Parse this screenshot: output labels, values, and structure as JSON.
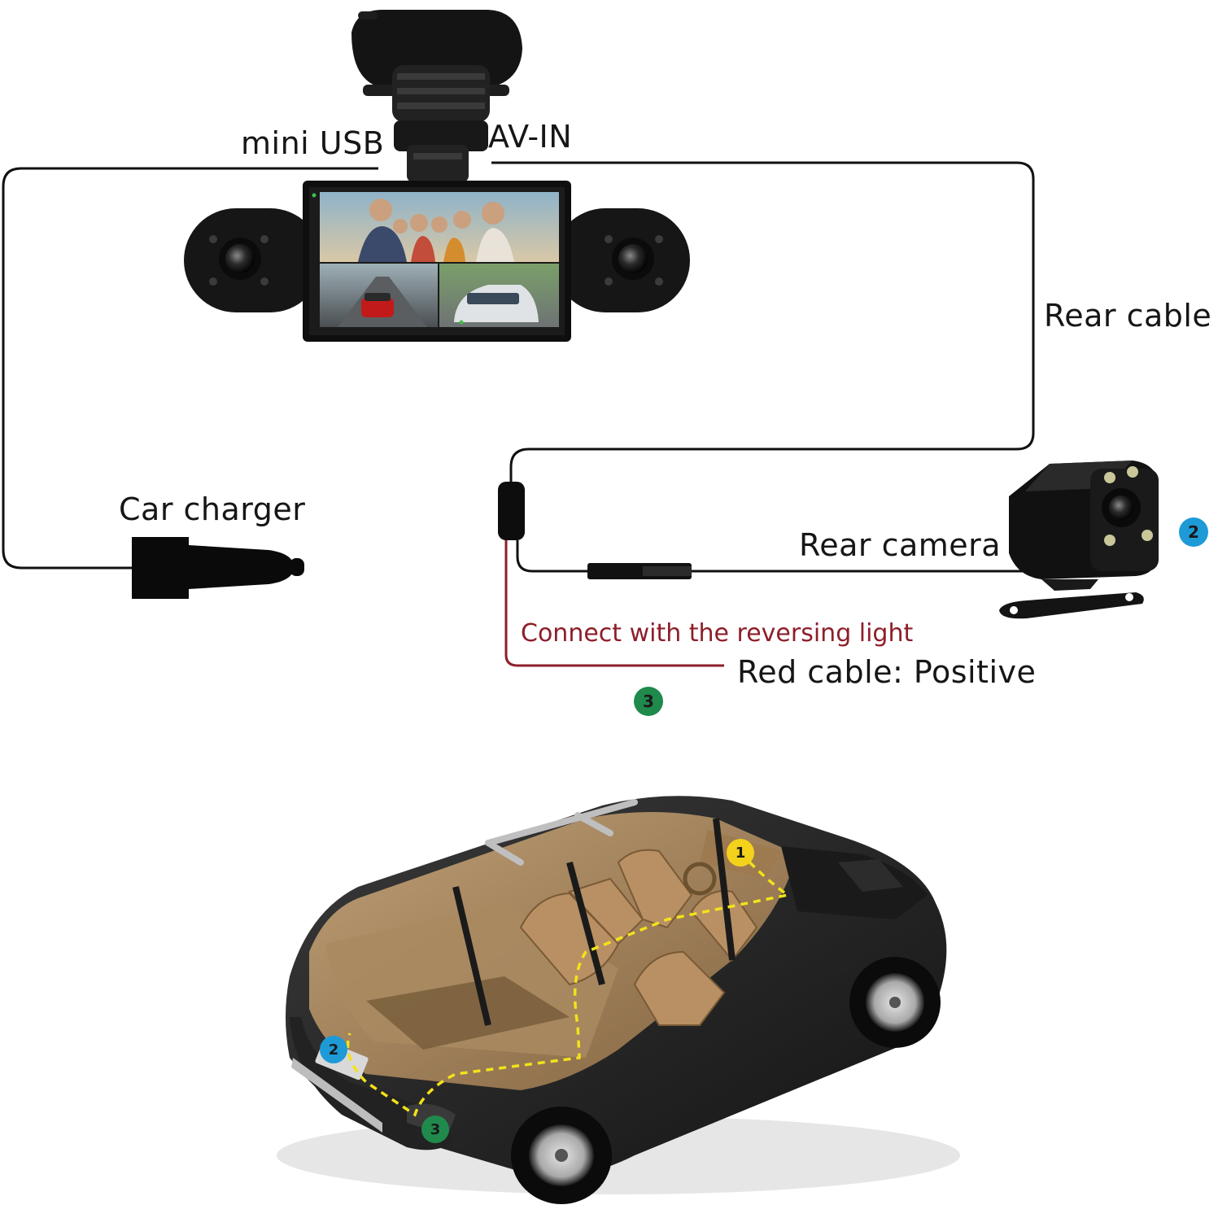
{
  "labels": {
    "mini_usb": "mini USB",
    "av_in": "AV-IN",
    "rear_cable": "Rear cable",
    "car_charger": "Car charger",
    "rear_camera": "Rear camera",
    "reversing_light": "Connect with the reversing light",
    "red_cable": "Red cable: Positive"
  },
  "markers": {
    "front_camera": "1",
    "rear_camera": "2",
    "reversing_light": "3"
  },
  "colors": {
    "cable": "#111111",
    "red_cable": "#8e1e2a",
    "badge_1": "#f4d21c",
    "badge_2": "#1e9ad6",
    "badge_3": "#1f8a4c",
    "route": "#f2e21a"
  }
}
